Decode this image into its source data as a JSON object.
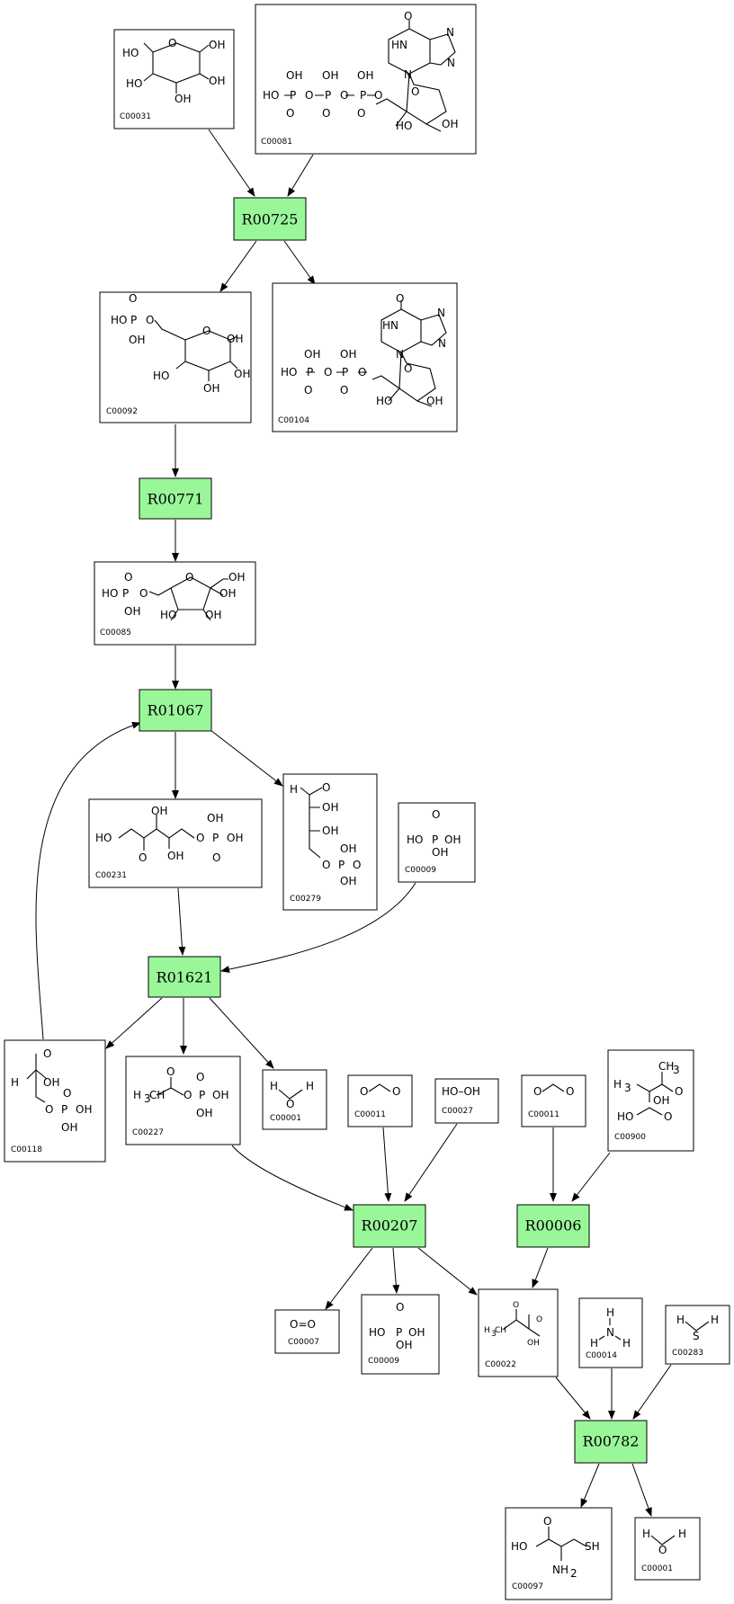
{
  "compounds": [
    {
      "id": "C00031",
      "label": "C00031"
    },
    {
      "id": "C00081",
      "label": "C00081"
    },
    {
      "id": "C00092",
      "label": "C00092"
    },
    {
      "id": "C00104",
      "label": "C00104"
    },
    {
      "id": "C00085",
      "label": "C00085"
    },
    {
      "id": "C00231",
      "label": "C00231"
    },
    {
      "id": "C00279",
      "label": "C00279"
    },
    {
      "id": "C00009a",
      "label": "C00009"
    },
    {
      "id": "C00118",
      "label": "C00118"
    },
    {
      "id": "C00227",
      "label": "C00227"
    },
    {
      "id": "C00001a",
      "label": "C00001"
    },
    {
      "id": "C00011a",
      "label": "C00011"
    },
    {
      "id": "C00027",
      "label": "C00027"
    },
    {
      "id": "C00011b",
      "label": "C00011"
    },
    {
      "id": "C00900",
      "label": "C00900"
    },
    {
      "id": "C00007",
      "label": "C00007"
    },
    {
      "id": "C00009b",
      "label": "C00009"
    },
    {
      "id": "C00022",
      "label": "C00022"
    },
    {
      "id": "C00014",
      "label": "C00014"
    },
    {
      "id": "C00283",
      "label": "C00283"
    },
    {
      "id": "C00097",
      "label": "C00097"
    },
    {
      "id": "C00001b",
      "label": "C00001"
    }
  ],
  "reactions": [
    {
      "id": "R00725",
      "label": "R00725"
    },
    {
      "id": "R00771",
      "label": "R00771"
    },
    {
      "id": "R01067",
      "label": "R01067"
    },
    {
      "id": "R01621",
      "label": "R01621"
    },
    {
      "id": "R00207",
      "label": "R00207"
    },
    {
      "id": "R00006",
      "label": "R00006"
    },
    {
      "id": "R00782",
      "label": "R00782"
    }
  ],
  "colors": {
    "reaction_fill": "#99f799",
    "stroke": "#000000",
    "background": "#ffffff"
  },
  "atoms": {
    "OH": "OH",
    "HO": "HO",
    "O": "O",
    "P": "P",
    "N": "N",
    "H": "H",
    "S": "S",
    "SH": "SH",
    "CH3": "CH",
    "H3C": "H",
    "HN": "HN",
    "NH2": "NH",
    "HO_OH": "HO–OH",
    "O_O": "O=O",
    "three": "3",
    "two": "2"
  }
}
